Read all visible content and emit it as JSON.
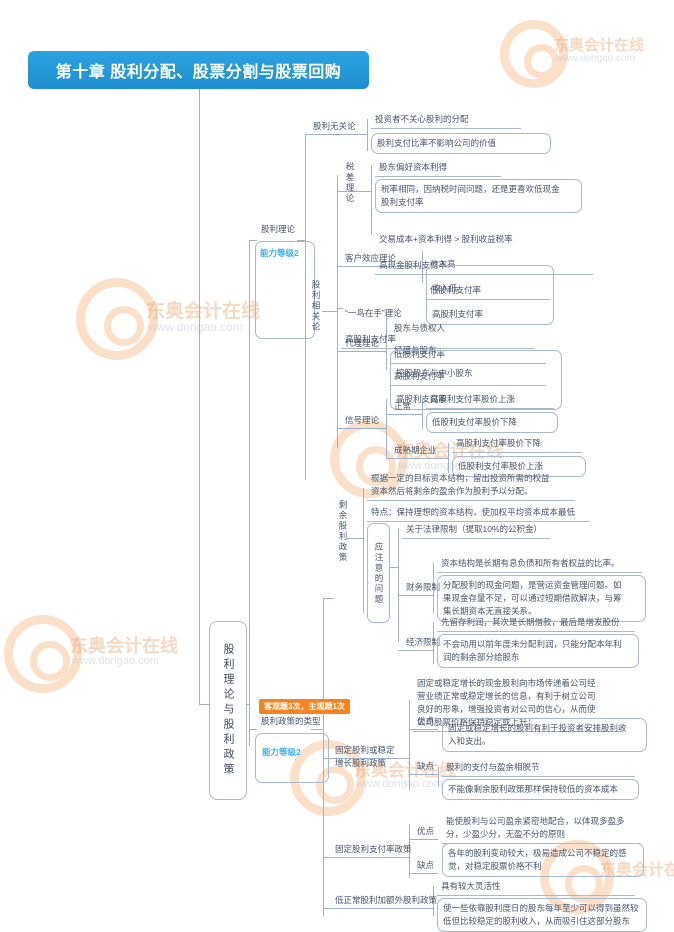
{
  "header": {
    "title": "第十章 股利分配、股票分割与股票回购"
  },
  "root": {
    "label": "股利理论与股利政策"
  },
  "badges": {
    "ability_1": "能力等级2",
    "ability_2": "能力等级2",
    "exam_freq": "客观题3次，主观题1次"
  },
  "branch1": {
    "title": "股利理论",
    "irrelevance": {
      "label": "股利无关论",
      "items": [
        "投资者不关心股利的分配",
        "股利支付比率不影响公司的价值"
      ]
    },
    "relevance": {
      "label": "股利相关论",
      "tax_diff": {
        "label": "税差理论",
        "items": [
          "股东偏好资本利得",
          "税率相同，因纳税时间问题，还是更喜欢低现金\n股利支付率"
        ],
        "compare_left": "交易成本+资本利得 > 股利收益税率",
        "compare_right": "高现金股利支付率"
      },
      "clientele": {
        "label": "客户效应理论",
        "rows": [
          {
            "cond": "收入高",
            "res": "低股利支付率"
          },
          {
            "cond": "收入低",
            "res": "高股利支付率"
          }
        ]
      },
      "bird": {
        "label": "“一鸟在手”理论",
        "res": "高股利支付率"
      },
      "agency": {
        "label": "代理理论",
        "rows": [
          {
            "cond": "股东与债权人",
            "res": "低股利支付率"
          },
          {
            "cond": "经理与股东",
            "res": "高股利支付率"
          },
          {
            "cond": "控股股东与中小股东",
            "res": "高股利支付率"
          }
        ]
      },
      "signal": {
        "label": "信号理论",
        "groups": [
          {
            "label": "正常",
            "items": [
              "高股利支付率股价上涨",
              "低股利支付率股价下降"
            ]
          },
          {
            "label": "成熟期企业",
            "items": [
              "高股利支付率股价下降",
              "低股利支付率股价上涨"
            ]
          }
        ]
      }
    }
  },
  "branch2": {
    "title": "股利政策的类型",
    "residual": {
      "label": "剩余股利政策",
      "definition": "根据一定的目标资本结构，留出投资所需的权益\n资本然后将剩余的盈余作为股利予以分配。",
      "feature": "特点：保持理想的资本结构，使加权平均资本成本最低",
      "attention": {
        "label": "应注意的问题",
        "legal": "关于法律限制（提取10%的公积金）",
        "financial": {
          "label": "财务限制",
          "items": [
            "资本结构是长期有息负债和所有者权益的比率。",
            "分配股利的现金问题，是营运资金管理问题。如\n果现金存量不足，可以通过短期借款解决，与筹\n集长期资本无直接关系。"
          ]
        },
        "economic": {
          "label": "经济限制",
          "items": [
            "先留存利润，其次是长期借款，最后是增发股份",
            "不会动用以前年度未分配利润，只能分配本年利\n润的剩余部分给股东"
          ]
        }
      }
    },
    "stable": {
      "label": "固定股利或稳定\n增长股利政策",
      "intro": "固定或稳定增长的现金股利向市场传递着公司经\n营业绩正常或稳定增长的信息，有利于树立公司\n良好的形象，增强投资者对公司的信心，从而使\n公司股票价格保持稳定或上升；",
      "pros": {
        "label": "优点",
        "text": "固定或稳定增长的股利有利于投资者安排股利收\n入和支出。"
      },
      "cons": {
        "label": "缺点",
        "items": [
          "股利的支付与盈余相脱节",
          "不能像剩余股利政策那样保持较低的资本成本"
        ]
      }
    },
    "fixed_ratio": {
      "label": "固定股利支付率政策",
      "pros": {
        "label": "优点",
        "text": "能使股利与公司盈余紧密地配合，以体现多盈多\n分，少盈少分，无盈不分的原则"
      },
      "cons": {
        "label": "缺点",
        "text": "各年的股利变动较大，极易造成公司不稳定的感\n觉，对稳定股票价格不利"
      }
    },
    "low_plus_extra": {
      "label": "低正常股利加额外股利政策",
      "items": [
        "具有较大灵活性",
        "使一些依靠股利度日的股东每年至少可以得到虽然较\n低但比较稳定的股利收入，从而吸引住这部分股东"
      ]
    }
  },
  "watermarks": {
    "brand": "东奥会计在线",
    "site": "www.dongao.com"
  },
  "colors": {
    "header_blue": "#1e8fd0",
    "badge_blue": "#3db0ee",
    "badge_orange": "#f5831f",
    "line": "#9fb2c9",
    "text": "#46556a"
  }
}
